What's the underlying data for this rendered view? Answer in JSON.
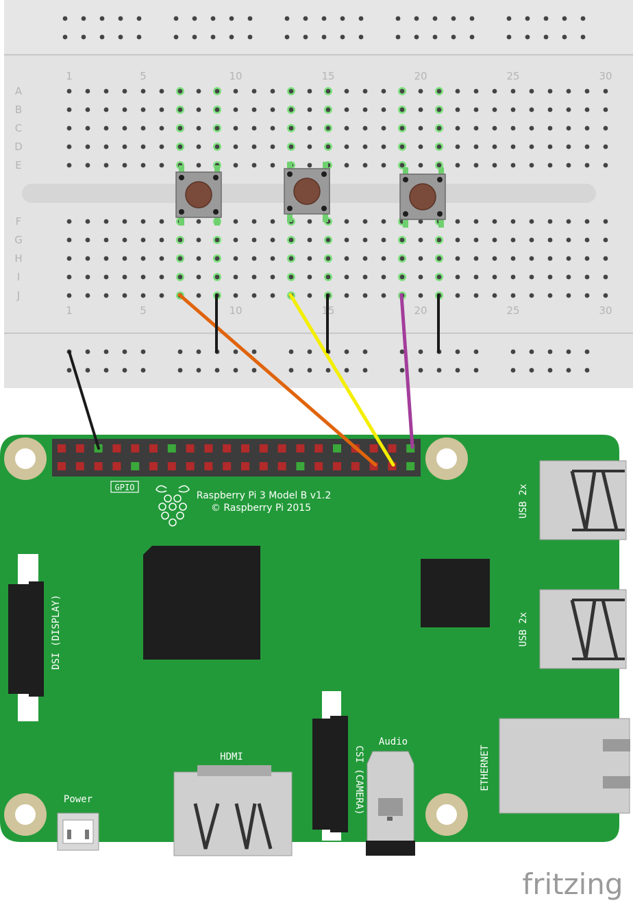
{
  "breadboard": {
    "columns_top": [
      "1",
      "5",
      "10",
      "15",
      "20",
      "25",
      "30"
    ],
    "columns_bottom": [
      "1",
      "5",
      "10",
      "15",
      "20",
      "25",
      "30"
    ],
    "rows_top": [
      "A",
      "B",
      "C",
      "D",
      "E"
    ],
    "rows_bottom": [
      "F",
      "G",
      "H",
      "I",
      "J"
    ]
  },
  "pushbuttons": [
    "button-1",
    "button-2",
    "button-3"
  ],
  "wires": [
    {
      "name": "black-ground-wire",
      "color": "#1a1a1a"
    },
    {
      "name": "orange-signal-wire",
      "color": "#e0640c"
    },
    {
      "name": "yellow-signal-wire",
      "color": "#f4ee00"
    },
    {
      "name": "purple-signal-wire",
      "color": "#a33d9b"
    },
    {
      "name": "button-jumper-wire",
      "color": "#1a1a1a"
    }
  ],
  "board": {
    "gpio_label": "GPIO",
    "model_line1": "Raspberry Pi 3 Model B v1.2",
    "model_line2": "© Raspberry Pi 2015",
    "usb_label_1": "USB 2x",
    "usb_label_2": "USB 2x",
    "dsi_label": "DSI (DISPLAY)",
    "csi_label": "CSI (CAMERA)",
    "hdmi_label": "HDMI",
    "audio_label": "Audio",
    "power_label": "Power",
    "ethernet_label": "ETHERNET"
  },
  "watermark": "fritzing",
  "colors": {
    "breadboard": "#e3e3e3",
    "pcb": "#239a3a",
    "hole": "#444444",
    "active_hole": "#7ee07e",
    "pin_red": "#b22a2a",
    "pin_green": "#3aa83a"
  }
}
